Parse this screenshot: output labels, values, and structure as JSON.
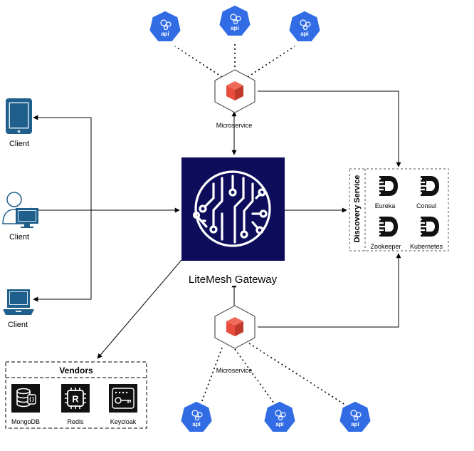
{
  "gateway": {
    "label": "LiteMesh Gateway",
    "color": "#0d0d5c"
  },
  "clients": [
    {
      "label": "Client",
      "icon": "tablet-icon"
    },
    {
      "label": "Client",
      "icon": "user-desktop-icon"
    },
    {
      "label": "Client",
      "icon": "laptop-icon"
    }
  ],
  "microservices": {
    "top": {
      "label": "Microservice",
      "icon": "cube-icon"
    },
    "bottom": {
      "label": "Microservice",
      "icon": "cube-icon"
    }
  },
  "api_badge": {
    "text": "api",
    "color": "#326ce5"
  },
  "discovery": {
    "title": "Discovery Service",
    "items": [
      {
        "label": "Eureka"
      },
      {
        "label": "Consul"
      },
      {
        "label": "Zookeeper"
      },
      {
        "label": "Kubernetes"
      }
    ]
  },
  "vendors": {
    "title": "Vendors",
    "items": [
      {
        "label": "MongoDB",
        "icon": "database-icon"
      },
      {
        "label": "Redis",
        "icon": "redis-icon"
      },
      {
        "label": "Keycloak",
        "icon": "key-icon"
      }
    ]
  },
  "colors": {
    "cube": "#e74c3c",
    "line": "#000000",
    "device": "#1f5f8b",
    "device_light": "#d8e8f2"
  }
}
